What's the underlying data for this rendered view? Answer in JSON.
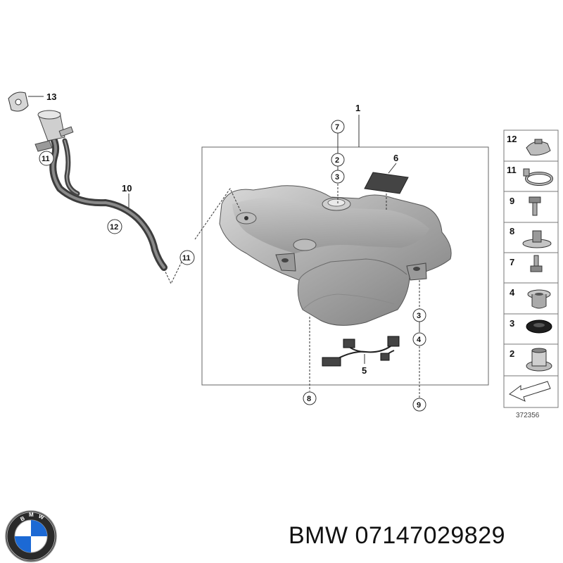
{
  "diagram": {
    "main_callout": "1",
    "filler_pipe_callout": "10",
    "cap_callout": "13",
    "sensor_plate_callout": "6",
    "harness_callout": "5",
    "circled": {
      "c7": "7",
      "c2": "2",
      "c3a": "3",
      "c3b": "3",
      "c4": "4",
      "c8": "8",
      "c9": "9",
      "c11a": "11",
      "c11b": "11",
      "c12": "12"
    },
    "side_panel": [
      {
        "num": "12",
        "icon": "hose-clamp-icon"
      },
      {
        "num": "11",
        "icon": "spring-clamp-icon"
      },
      {
        "num": "9",
        "icon": "screw-icon"
      },
      {
        "num": "8",
        "icon": "washer-nut-icon"
      },
      {
        "num": "7",
        "icon": "stud-bolt-icon"
      },
      {
        "num": "4",
        "icon": "bushing-icon"
      },
      {
        "num": "3",
        "icon": "rubber-grommet-icon"
      },
      {
        "num": "2",
        "icon": "spacer-sleeve-icon"
      }
    ],
    "ref_number": "372356"
  },
  "footer": {
    "brand_logo": "bmw-logo-icon",
    "caption": "BMW 07147029829"
  }
}
